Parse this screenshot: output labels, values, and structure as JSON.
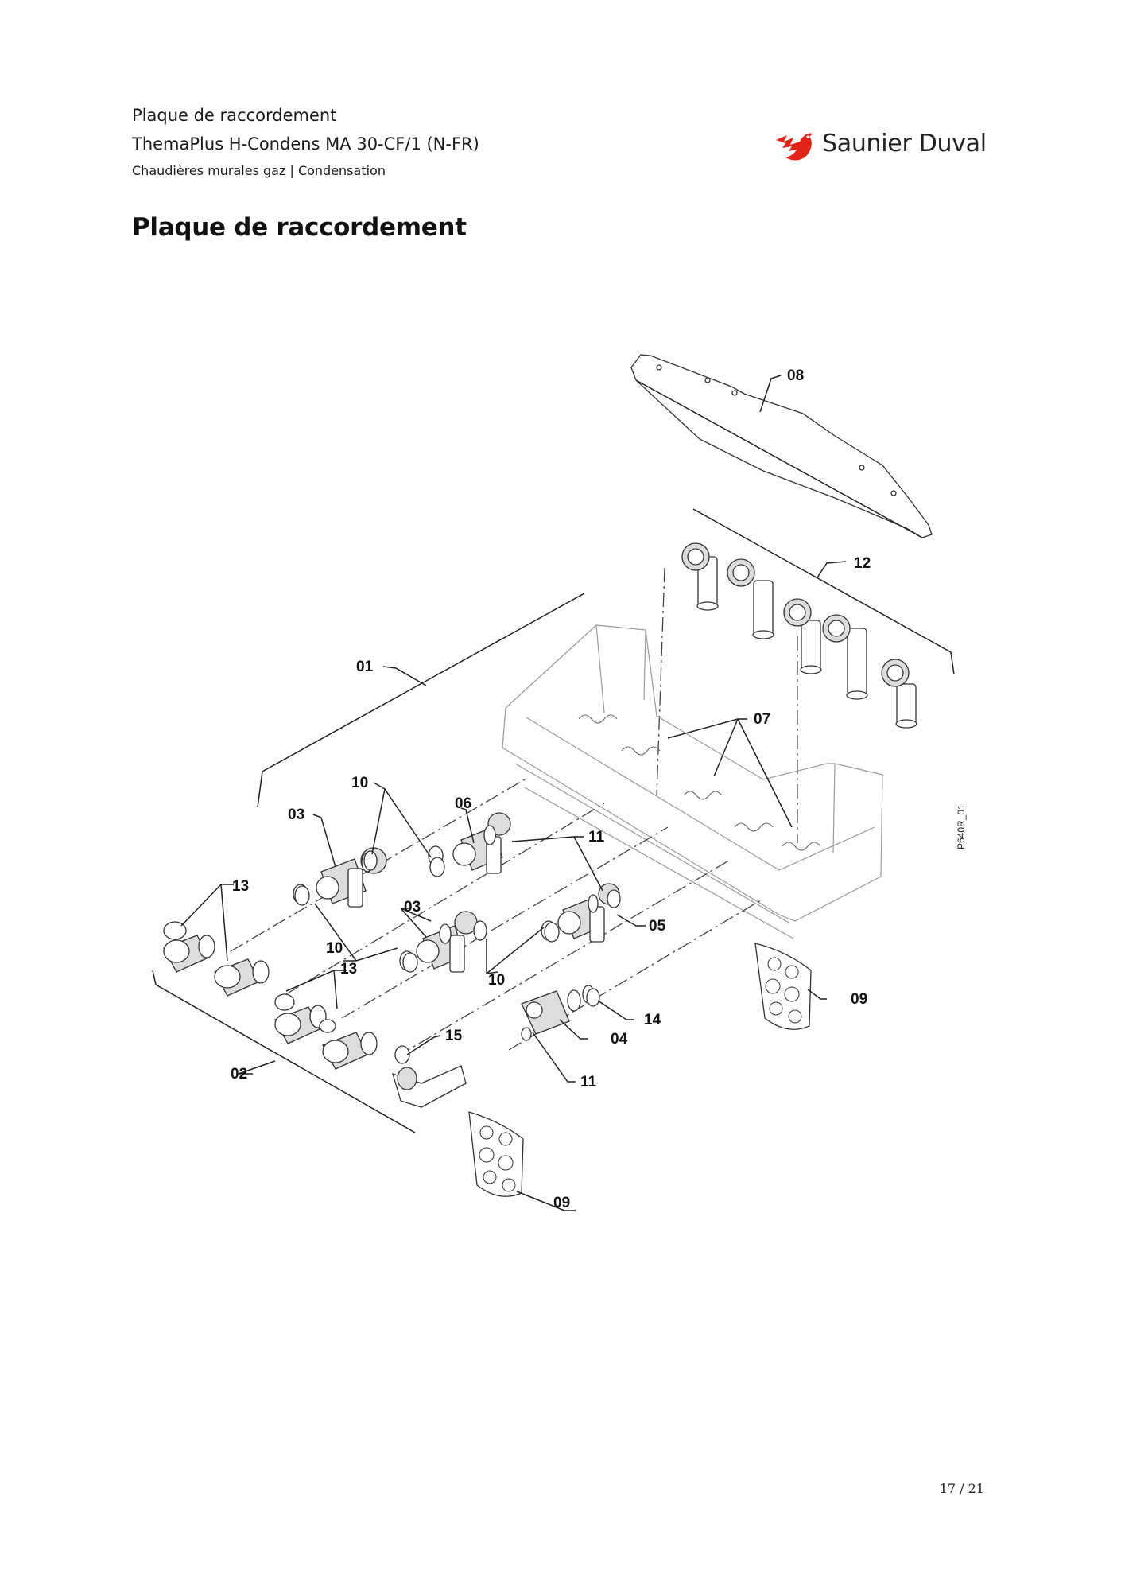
{
  "header": {
    "section": "Plaque de raccordement",
    "product": "ThemaPlus H-Condens MA 30-CF/1 (N-FR)",
    "category": "Chaudières murales gaz | Condensation",
    "brand": "Saunier Duval",
    "brand_color": "#e2231a"
  },
  "title": "Plaque de raccordement",
  "diagram": {
    "callouts": [
      "08",
      "12",
      "01",
      "07",
      "10",
      "03",
      "06",
      "11",
      "13",
      "03",
      "10",
      "05",
      "13",
      "10",
      "09",
      "14",
      "15",
      "04",
      "02",
      "11",
      "09"
    ],
    "reference_code": "P640R_01"
  },
  "footer": {
    "page_number": "17 / 21"
  }
}
